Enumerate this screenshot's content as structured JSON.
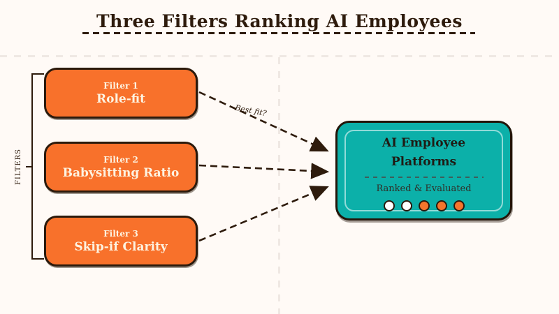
{
  "page": {
    "background": "#FFFAF6"
  },
  "title": {
    "text": "Three Filters Ranking AI Employees"
  },
  "bracket": {
    "label": "FILTERS"
  },
  "filters": [
    {
      "label": "Filter 1",
      "name": "Role-fit"
    },
    {
      "label": "Filter 2",
      "name": "Babysitting Ratio"
    },
    {
      "label": "Filter 3",
      "name": "Skip-if Clarity"
    }
  ],
  "arrows": {
    "annotation": "Best fit?"
  },
  "platform": {
    "title_line1": "AI Employee",
    "title_line2": "Platforms",
    "subtitle": "Ranked & Evaluated",
    "dots": [
      "#FFFFFF",
      "#FFFFFF",
      "#F5752C",
      "#F5752C",
      "#F5752C"
    ]
  },
  "colors": {
    "filter_box_fill": "#F8712B",
    "filter_box_text": "#FDF3E1",
    "platform_box_fill": "#0CB0A9",
    "outline_dark": "#2B1A0C",
    "title_text": "#2E1B0C"
  }
}
